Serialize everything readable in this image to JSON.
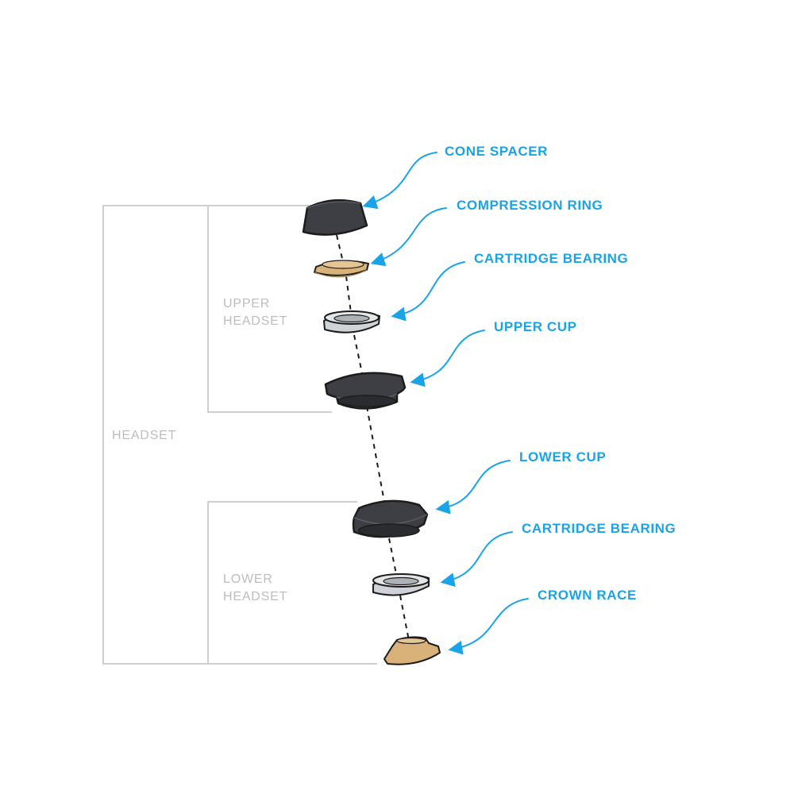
{
  "colors": {
    "accent": "#1aa3e8",
    "bracket": "#cfcfcf",
    "group_label": "#bdbdbd",
    "dark_part": "#3d3f44",
    "bronze_part": "#d9b27a",
    "silver_part": "#cfd2d6",
    "outline": "#1c1c1c"
  },
  "group_labels": {
    "headset": "HEADSET",
    "upper_line1": "UPPER",
    "upper_line2": "HEADSET",
    "lower_line1": "LOWER",
    "lower_line2": "HEADSET"
  },
  "parts": [
    {
      "label": "CONE SPACER",
      "icon": "cone-spacer-icon"
    },
    {
      "label": "COMPRESSION RING",
      "icon": "compression-ring-icon"
    },
    {
      "label": "CARTRIDGE BEARING",
      "icon": "bearing-icon"
    },
    {
      "label": "UPPER CUP",
      "icon": "cup-icon"
    },
    {
      "label": "LOWER CUP",
      "icon": "cup-icon"
    },
    {
      "label": "CARTRIDGE BEARING",
      "icon": "bearing-icon"
    },
    {
      "label": "CROWN RACE",
      "icon": "crown-race-icon"
    }
  ]
}
